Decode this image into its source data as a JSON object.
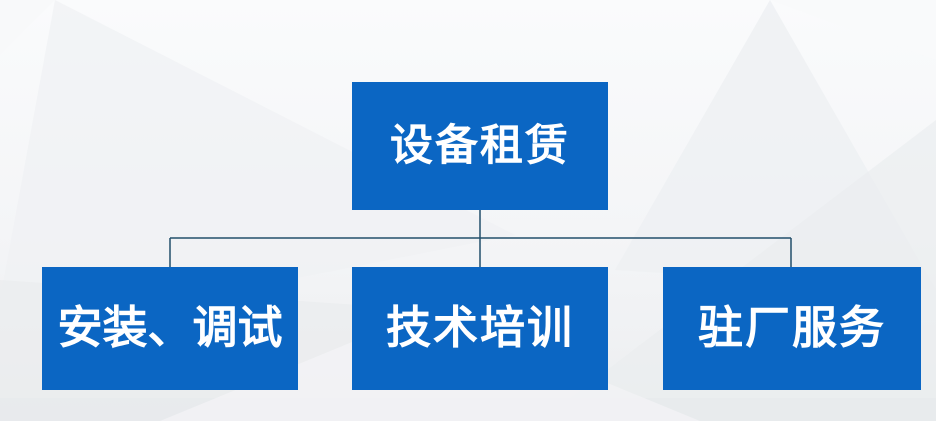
{
  "diagram": {
    "type": "org-chart",
    "root": {
      "label": "设备租赁"
    },
    "children": [
      {
        "label": "安装、调试"
      },
      {
        "label": "技术培训"
      },
      {
        "label": "驻厂服务"
      }
    ],
    "colors": {
      "node_fill": "#0b66c3",
      "node_text": "#ffffff",
      "connector": "#224f6b",
      "background": "#f4f5f7"
    }
  }
}
